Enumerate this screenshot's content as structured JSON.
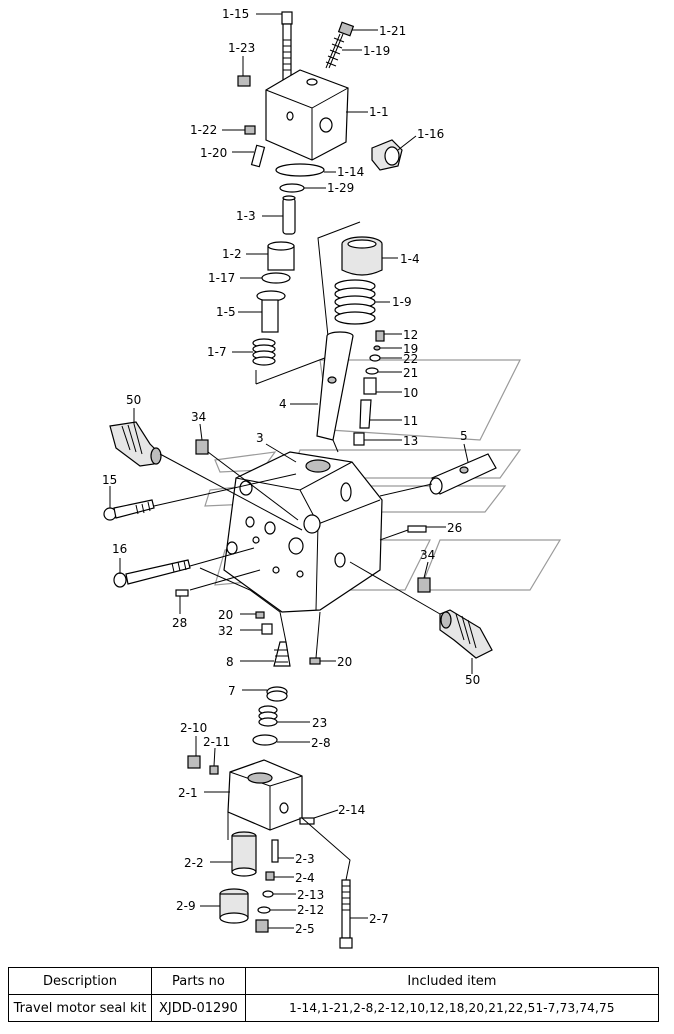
{
  "labels": {
    "p1_15": "1-15",
    "p1_21": "1-21",
    "p1_19": "1-19",
    "p1_23": "1-23",
    "p1_1": "1-1",
    "p1_22": "1-22",
    "p1_16": "1-16",
    "p1_20": "1-20",
    "p1_14": "1-14",
    "p1_29": "1-29",
    "p1_3": "1-3",
    "p1_2": "1-2",
    "p1_4": "1-4",
    "p1_17": "1-17",
    "p1_9": "1-9",
    "p1_5": "1-5",
    "p1_7": "1-7",
    "p12": "12",
    "p19": "19",
    "p22": "22",
    "p21": "21",
    "p10": "10",
    "p4": "4",
    "p11": "11",
    "p50a": "50",
    "p34a": "34",
    "p3": "3",
    "p13": "13",
    "p5": "5",
    "p15": "15",
    "p26": "26",
    "p16": "16",
    "p34b": "34",
    "p28": "28",
    "p20a": "20",
    "p32": "32",
    "p8": "8",
    "p20b": "20",
    "p50b": "50",
    "p7": "7",
    "p23": "23",
    "p2_10": "2-10",
    "p2_11": "2-11",
    "p2_8": "2-8",
    "p2_1": "2-1",
    "p2_14": "2-14",
    "p2_3": "2-3",
    "p2_2": "2-2",
    "p2_4": "2-4",
    "p2_13": "2-13",
    "p2_9": "2-9",
    "p2_12": "2-12",
    "p2_5": "2-5",
    "p2_7": "2-7"
  },
  "table": {
    "headers": [
      "Description",
      "Parts no",
      "Included item"
    ],
    "rows": [
      [
        "Travel motor seal kit",
        "XJDD-01290",
        "1-14,1-21,2-8,2-12,10,12,18,20,21,22,51-7,73,74,75"
      ]
    ]
  }
}
